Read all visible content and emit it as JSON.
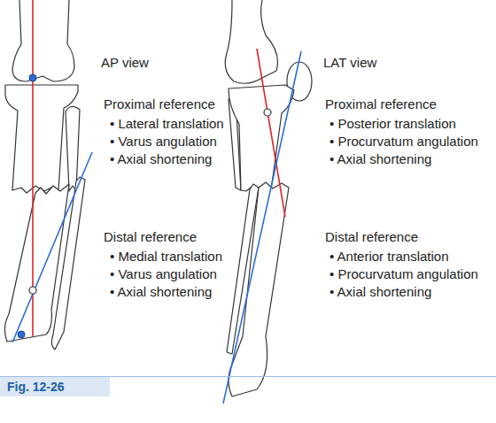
{
  "diagram": {
    "caption": "Fig. 12-26",
    "labels": [
      "AP view",
      "Proximal reference",
      "• Lateral translation",
      "• Varus angulation",
      "• Axial shortening",
      "Distal reference",
      "• Medial translation",
      "• Varus angulation",
      "• Axial shortening",
      "LAT view",
      "Proximal reference",
      "• Posterior translation",
      "• Procurvatum angulation",
      "• Axial shortening",
      "Distal reference",
      "• Anterior translation",
      "• Procurvatum angulation",
      "• Axial shortening"
    ]
  }
}
